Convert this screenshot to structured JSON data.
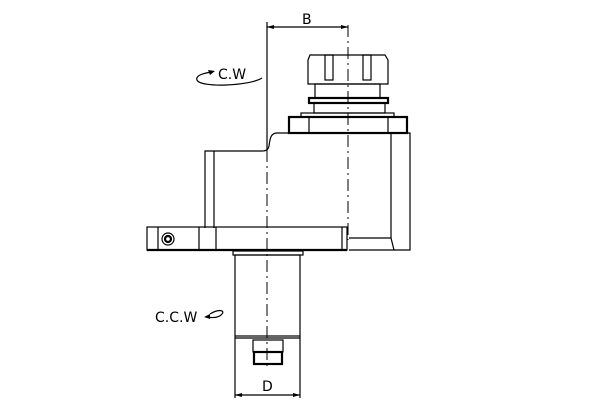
{
  "labels": {
    "dimension_b": "B",
    "dimension_d": "D",
    "rotation_cw": "C.W",
    "rotation_ccw": "C.C.W"
  }
}
